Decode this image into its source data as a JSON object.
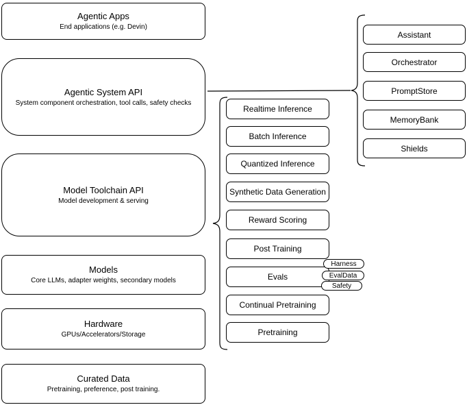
{
  "diagram": {
    "left_column": [
      {
        "title": "Agentic Apps",
        "subtitle": "End applications (e.g. Devin)"
      },
      {
        "title": "Agentic System API",
        "subtitle": "System component orchestration, tool calls, safety checks"
      },
      {
        "title": "Model Toolchain API",
        "subtitle": "Model development & serving"
      },
      {
        "title": "Models",
        "subtitle": "Core LLMs, adapter weights, secondary models"
      },
      {
        "title": "Hardware",
        "subtitle": "GPUs/Accelerators/Storage"
      },
      {
        "title": "Curated Data",
        "subtitle": "Pretraining, preference, post training."
      }
    ],
    "middle_column": [
      "Realtime Inference",
      "Batch Inference",
      "Quantized Inference",
      "Synthetic Data Generation",
      "Reward Scoring",
      "Post Training",
      "Evals",
      "Continual Pretraining",
      "Pretraining"
    ],
    "eval_tags": [
      "Harness",
      "EvalData",
      "Safety"
    ],
    "right_column": [
      "Assistant",
      "Orchestrator",
      "PromptStore",
      "MemoryBank",
      "Shields"
    ],
    "colors": {
      "stroke": "#000000",
      "fill": "#ffffff",
      "background": "#ffffff"
    }
  }
}
